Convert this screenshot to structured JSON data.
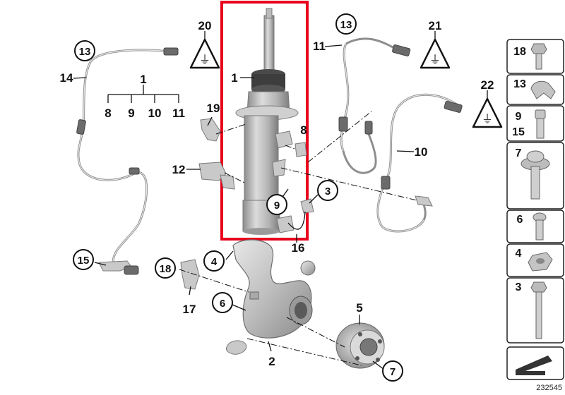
{
  "callouts": {
    "c1": "1",
    "c1b": "1",
    "c2": "2",
    "c3": "3",
    "c4": "4",
    "c5": "5",
    "c6": "6",
    "c7": "7",
    "c8": "8",
    "c8b": "8",
    "c9a": "9",
    "c9b": "9",
    "c10a": "10",
    "c10b": "10",
    "c11a": "11",
    "c11b": "11",
    "c12": "12",
    "c13a": "13",
    "c13b": "13",
    "c14": "14",
    "c15": "15",
    "c16": "16",
    "c17": "17",
    "c18": "18",
    "c19": "19",
    "c20": "20",
    "c21": "21",
    "c22": "22"
  },
  "sidebar": {
    "s18": "18",
    "s13": "13",
    "s9": "9",
    "s15": "15",
    "s7": "7",
    "s6": "6",
    "s4": "4",
    "s3": "3"
  },
  "reference_number": "232545",
  "highlight_color": "#e8001c",
  "icons": [
    "warning-electrical-connector-icon",
    "back-arrow-icon"
  ]
}
